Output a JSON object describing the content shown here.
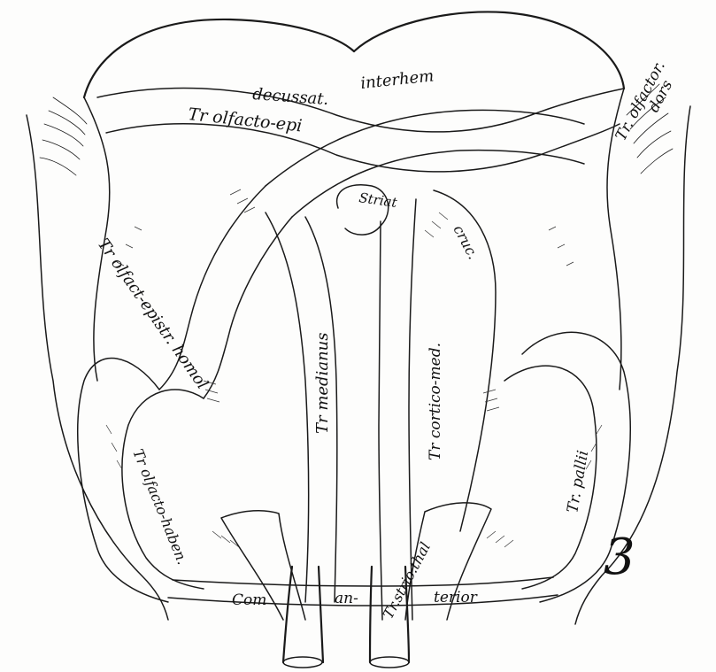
{
  "figure_number": "3",
  "labels": {
    "decussat": "decussat.",
    "interhem": "interhem",
    "tr_olfacto_epi": "Tr olfacto-epi",
    "tr_olfactor_dors_1": "Tr. olfactor.",
    "tr_olfactor_dors_2": "dors",
    "striat": "Striat",
    "cruc": "cruc.",
    "tr_olfact_epistr_homol": "Tr olfact-epistr. homol",
    "tr_medianus": "Tr medianus",
    "tr_cortico_med": "Tr cortico-med.",
    "tr_pallii": "Tr. pallii",
    "tr_olfacto_haben": "Tr olfacto-haben.",
    "tr_strio_thal": "Tr.strio.thal",
    "com": "Com",
    "an": "an-",
    "terior": "terior"
  },
  "colors": {
    "ink": "#1a1a1a",
    "paper": "#fdfdfc"
  }
}
